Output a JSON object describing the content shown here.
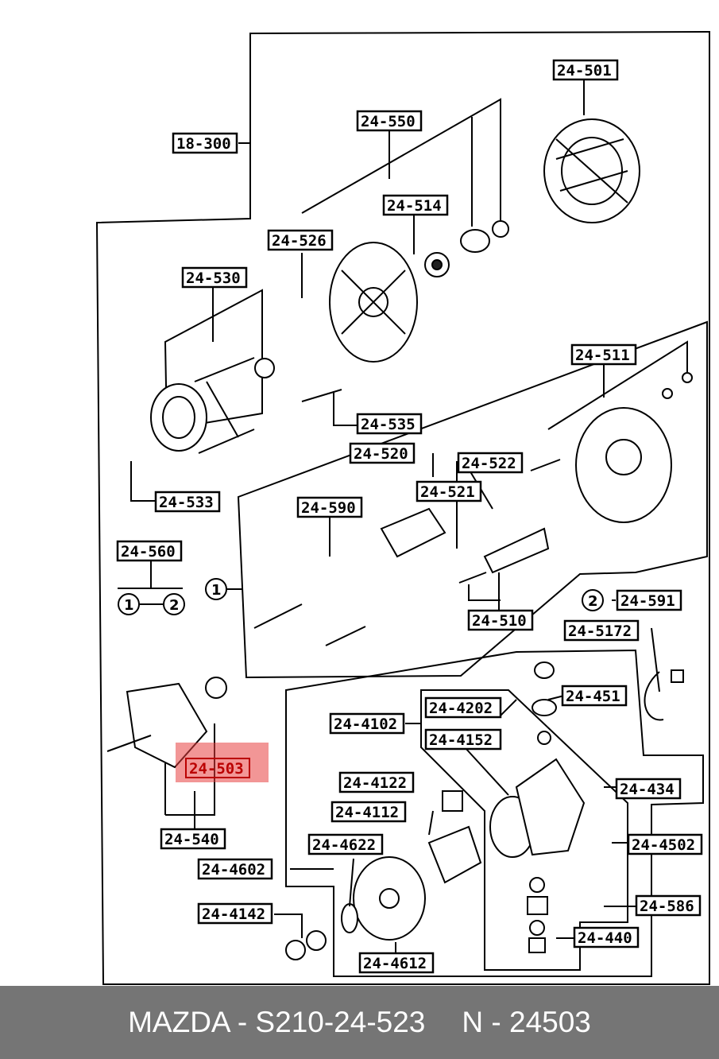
{
  "labels": {
    "l18300": "18-300",
    "l24501": "24-501",
    "l24550": "24-550",
    "l24514": "24-514",
    "l24526": "24-526",
    "l24530": "24-530",
    "l24511": "24-511",
    "l24535": "24-535",
    "l24520": "24-520",
    "l24522": "24-522",
    "l24521": "24-521",
    "l24533": "24-533",
    "l24590": "24-590",
    "l24560": "24-560",
    "l24510": "24-510",
    "l24591": "24-591",
    "l245172": "24-5172",
    "l244202": "24-4202",
    "l24451": "24-451",
    "l244102": "24-4102",
    "l244152": "24-4152",
    "l24503": "24-503",
    "l24434": "24-434",
    "l244122": "24-4122",
    "l244112": "24-4112",
    "l24540": "24-540",
    "l244502": "24-4502",
    "l244622": "24-4622",
    "l244602": "24-4602",
    "l24586": "24-586",
    "l244142": "24-4142",
    "l24440": "24-440",
    "l244612": "24-4612"
  },
  "circles": {
    "c1": "1",
    "c2": "2"
  },
  "highlight_color": "#e8403f",
  "footer": {
    "part_number": "MAZDA - S210-24-523",
    "ref_number": "N - 24503"
  }
}
